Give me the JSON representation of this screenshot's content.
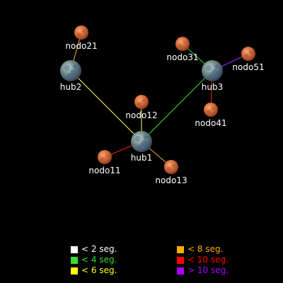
{
  "diagram": {
    "background": "#000000",
    "nodes": [
      {
        "id": "hub1",
        "label": "hub1",
        "kind": "hub",
        "icon": "globe-icon"
      },
      {
        "id": "hub2",
        "label": "hub2",
        "kind": "hub",
        "icon": "globe-icon"
      },
      {
        "id": "hub3",
        "label": "hub3",
        "kind": "hub",
        "icon": "globe-icon"
      },
      {
        "id": "nodo11",
        "label": "nodo11",
        "kind": "node",
        "icon": "planet-icon"
      },
      {
        "id": "nodo12",
        "label": "nodo12",
        "kind": "node",
        "icon": "planet-icon"
      },
      {
        "id": "nodo13",
        "label": "nodo13",
        "kind": "node",
        "icon": "planet-icon"
      },
      {
        "id": "nodo21",
        "label": "nodo21",
        "kind": "node",
        "icon": "planet-icon"
      },
      {
        "id": "nodo31",
        "label": "nodo31",
        "kind": "node",
        "icon": "planet-icon"
      },
      {
        "id": "nodo41",
        "label": "nodo41",
        "kind": "node",
        "icon": "planet-icon"
      },
      {
        "id": "nodo51",
        "label": "nodo51",
        "kind": "node",
        "icon": "planet-icon"
      }
    ],
    "links": [
      {
        "from": "hub1",
        "to": "hub2",
        "color": "#ffff66",
        "latency_class": "< 6 seg."
      },
      {
        "from": "hub1",
        "to": "hub3",
        "color": "#33dd33",
        "latency_class": "< 4 seg."
      },
      {
        "from": "hub1",
        "to": "nodo11",
        "color": "#ee2222",
        "latency_class": "< 10 seg."
      },
      {
        "from": "hub1",
        "to": "nodo12",
        "color": "#ffff66",
        "latency_class": "< 6 seg."
      },
      {
        "from": "hub1",
        "to": "nodo13",
        "color": "#ffaa22",
        "latency_class": "< 8 seg."
      },
      {
        "from": "hub2",
        "to": "nodo21",
        "color": "#ffaa22",
        "latency_class": "< 8 seg."
      },
      {
        "from": "hub3",
        "to": "nodo31",
        "color": "#33dd33",
        "latency_class": "< 4 seg."
      },
      {
        "from": "hub3",
        "to": "nodo41",
        "color": "#ee2222",
        "latency_class": "< 10 seg."
      },
      {
        "from": "hub3",
        "to": "nodo51",
        "color": "#aa22ee",
        "latency_class": "> 10 seg."
      }
    ]
  },
  "legend": {
    "left": [
      {
        "label": "< 2 seg.",
        "color": "#ffffff"
      },
      {
        "label": "< 4 seg.",
        "color": "#33dd33"
      },
      {
        "label": "< 6 seg.",
        "color": "#ffff00"
      }
    ],
    "right": [
      {
        "label": "< 8 seg.",
        "color": "#ffaa00"
      },
      {
        "label": "< 10 seg.",
        "color": "#ff0000"
      },
      {
        "label": "> 10 seg.",
        "color": "#aa00ff"
      }
    ]
  }
}
